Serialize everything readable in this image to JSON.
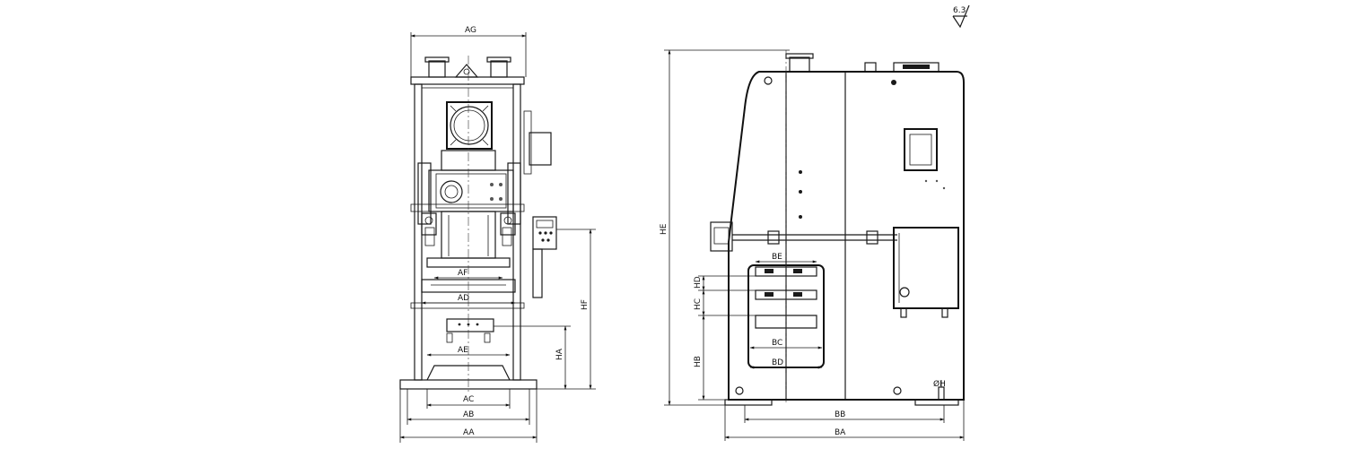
{
  "surface_finish": "6.3",
  "front_view": {
    "labels": {
      "ag": "AG",
      "af": "AF",
      "ad": "AD",
      "ae": "AE",
      "ac": "AC",
      "ab": "AB",
      "aa": "AA",
      "hf": "HF",
      "ha": "HA"
    }
  },
  "side_view": {
    "labels": {
      "he": "HE",
      "be": "BE",
      "hd": "HD",
      "hc": "HC",
      "hb": "HB",
      "bc": "BC",
      "bd": "BD",
      "bb": "BB",
      "ba": "BA",
      "hole": "ØH"
    }
  }
}
